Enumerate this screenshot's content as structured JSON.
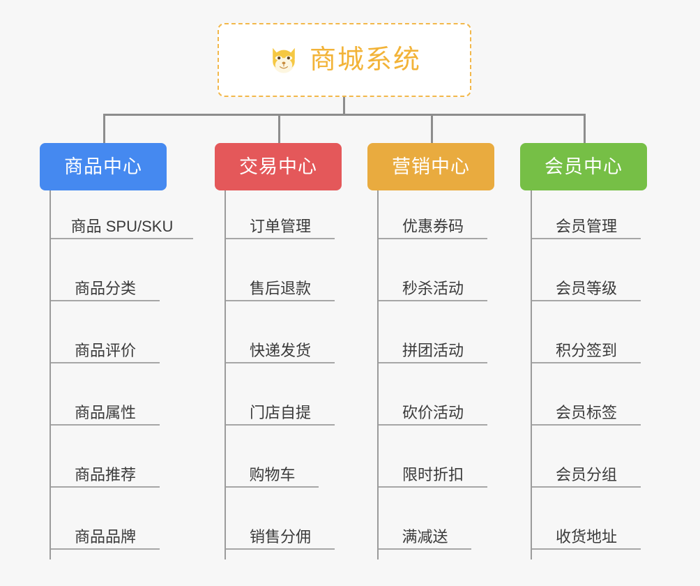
{
  "root": {
    "title": "商城系统",
    "icon": "shiba-dog-face-icon",
    "border_color": "#f2b84b",
    "text_color": "#f2b338",
    "background": "#ffffff"
  },
  "page": {
    "background": "#f7f7f7",
    "connector_color": "#8d8d8d"
  },
  "columns": [
    {
      "id": "product-center",
      "header": "商品中心",
      "color": "#4589f0",
      "items": [
        "商品 SPU/SKU",
        "商品分类",
        "商品评价",
        "商品属性",
        "商品推荐",
        "商品品牌"
      ]
    },
    {
      "id": "trade-center",
      "header": "交易中心",
      "color": "#e4585a",
      "items": [
        "订单管理",
        "售后退款",
        "快递发货",
        "门店自提",
        "购物车",
        "销售分佣"
      ]
    },
    {
      "id": "marketing-center",
      "header": "营销中心",
      "color": "#e9ab3f",
      "items": [
        "优惠券码",
        "秒杀活动",
        "拼团活动",
        "砍价活动",
        "限时折扣",
        "满减送"
      ]
    },
    {
      "id": "member-center",
      "header": "会员中心",
      "color": "#76bf46",
      "items": [
        "会员管理",
        "会员等级",
        "积分签到",
        "会员标签",
        "会员分组",
        "收货地址"
      ]
    }
  ]
}
